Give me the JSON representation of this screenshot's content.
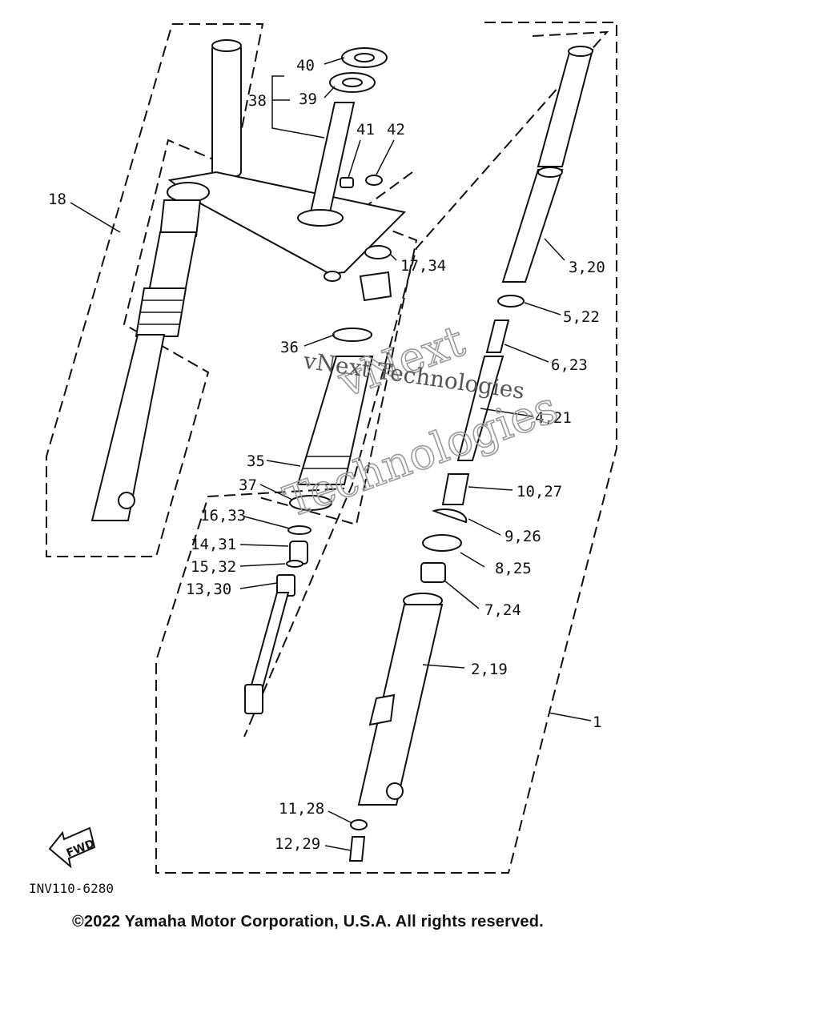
{
  "labels": {
    "l40": "40",
    "l38": "38",
    "l39": "39",
    "l41": "41",
    "l42": "42",
    "l18": "18",
    "l17_34": "17,34",
    "l3_20": "3,20",
    "l5_22": "5,22",
    "l36": "36",
    "l6_23": "6,23",
    "l4_21": "4,21",
    "l35": "35",
    "l37": "37",
    "l10_27": "10,27",
    "l16_33": "16,33",
    "l9_26": "9,26",
    "l14_31": "14,31",
    "l15_32": "15,32",
    "l8_25": "8,25",
    "l13_30": "13,30",
    "l7_24": "7,24",
    "l2_19": "2,19",
    "l1": "1",
    "l11_28": "11,28",
    "l12_29": "12,29"
  },
  "fwd_label": "FWD",
  "diagram_code": "INV110-6280",
  "watermark": {
    "line1": "vNext",
    "line2": "Technologies",
    "line3": "vNext Technologies"
  },
  "copyright": "©2022 Yamaha Motor Corporation, U.S.A. All rights reserved."
}
